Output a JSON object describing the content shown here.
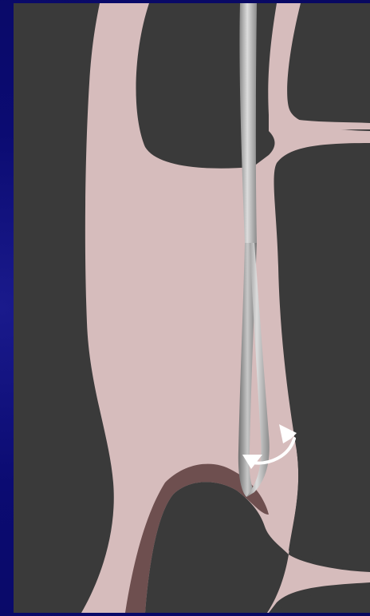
{
  "scene": {
    "kind": "medical illustration",
    "description_visible_text": "",
    "colors": {
      "frame_bg": "#0b0b72",
      "cavity_bg": "#3a3a3a",
      "tissue": "#d6bcbc",
      "tissue_shadow": "#6e4f4f",
      "catheter_light": "#d0d0d0",
      "catheter_dark": "#7a7a7a",
      "arrow": "#ffffff"
    },
    "elements": [
      "vessel-wall",
      "catheter-loop",
      "rotation-arrow"
    ]
  }
}
